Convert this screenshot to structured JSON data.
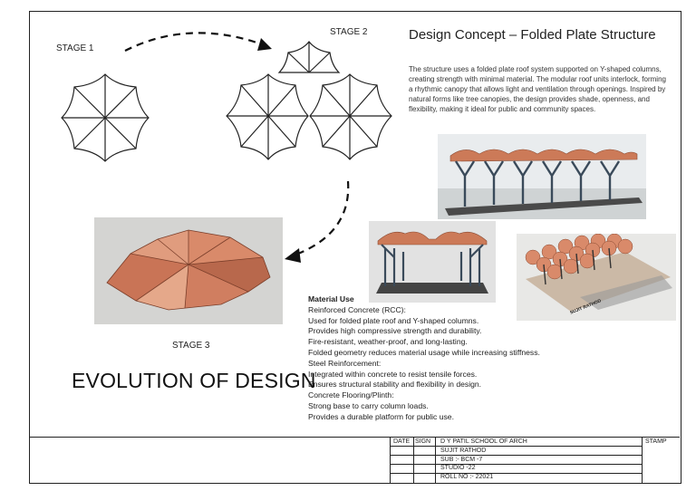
{
  "stages": {
    "stage1": "STAGE 1",
    "stage2": "STAGE 2",
    "stage3": "STAGE 3"
  },
  "concept": {
    "title": "Design Concept – Folded Plate Structure",
    "description": "The structure uses a folded plate roof system supported on Y-shaped columns, creating strength with minimal material. The modular roof units interlock, forming a rhythmic canopy that allows light and ventilation through openings. Inspired by natural forms like tree canopies, the design provides shade, openness, and flexibility, making it ideal for public and community spaces."
  },
  "evolution_title": "EVOLUTION OF DESIGN",
  "materials": {
    "heading": "Material Use",
    "lines": [
      "Reinforced Concrete (RCC):",
      "Used for folded plate roof and Y-shaped columns.",
      "Provides high compressive strength and durability.",
      "Fire-resistant, weather-proof, and long-lasting.",
      "Folded geometry reduces material usage while increasing stiffness.",
      "Steel Reinforcement:",
      "Integrated within concrete to resist tensile forces.",
      "Ensures structural stability and flexibility in design.",
      "Concrete Flooring/Plinth:",
      "Strong base to carry column loads.",
      "Provides a durable platform for public use."
    ]
  },
  "model_label": "SUJIT RATHOD",
  "title_block": {
    "date": "DATE",
    "sign": "SIGN",
    "school": "D Y PATIL SCHOOL OF ARCH",
    "name": "SUJIT RATHOD",
    "subject": "SUB :- BCM -7",
    "studio": "STUDIO -22",
    "roll": "ROLL NO :- 22021",
    "stamp": "STAMP"
  },
  "colors": {
    "roof": "#d98a6a",
    "roof_dark": "#b8684c",
    "column": "#3a4a5a",
    "slab": "#4a4a4a"
  }
}
